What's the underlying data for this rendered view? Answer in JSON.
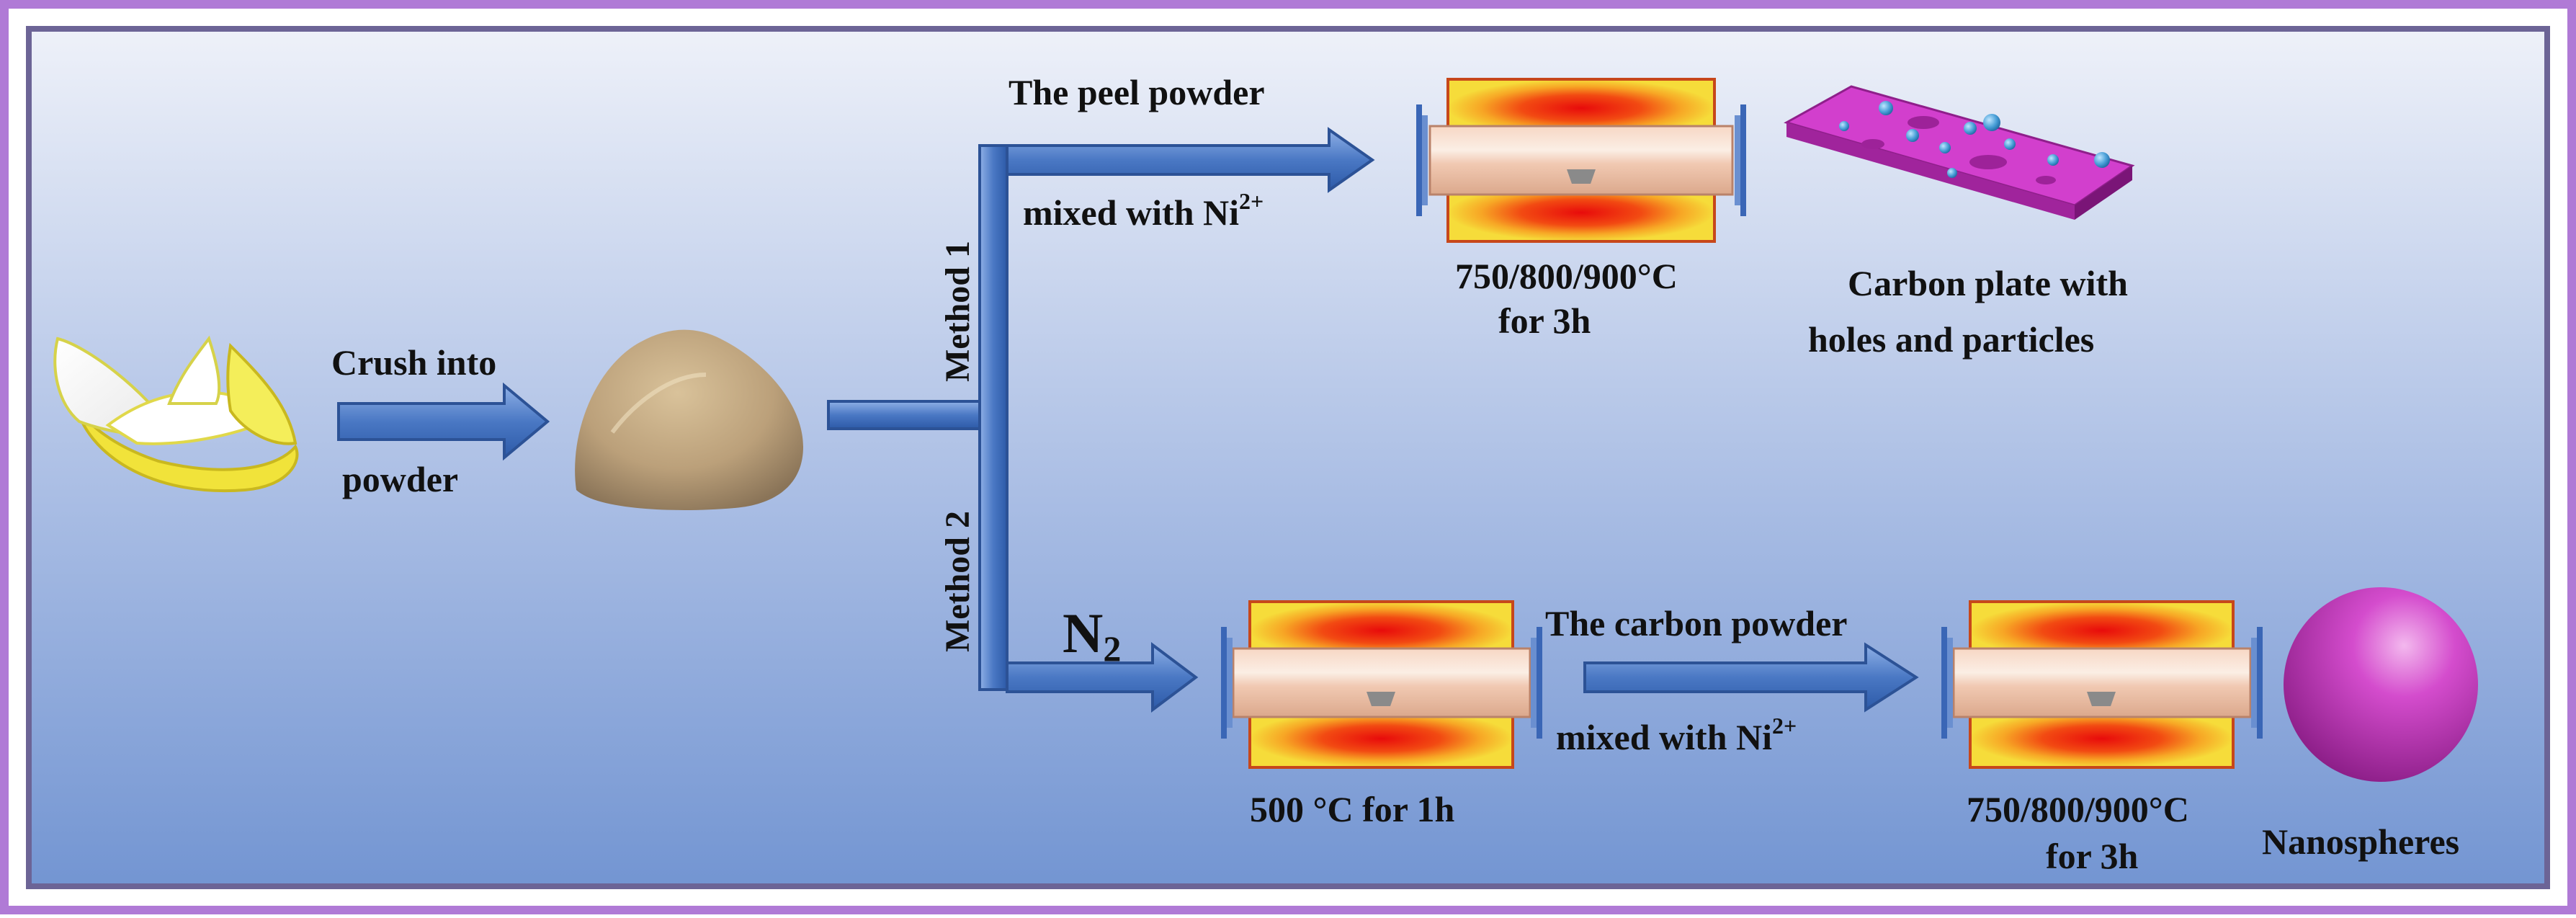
{
  "colors": {
    "outer_border": "#b07ad6",
    "panel_border": "#6c6496",
    "bg_top": "#e8ecf7",
    "bg_bottom": "#7898d4",
    "arrow": "#4a78c4",
    "arrow_edge": "#2c5296",
    "heater_outer": "#f3d12a",
    "heater_core": "#e8120f",
    "plate": "#c42fc0",
    "sphere": "#c03ab8"
  },
  "steps": {
    "crush_line1": "Crush into",
    "crush_line2": "powder",
    "method1": "Method 1",
    "method2": "Method 2",
    "peel_line1": "The peel powder",
    "peel_line2": "mixed with Ni",
    "peel_sup": "2+",
    "furnace1_line1": "750/800/900°C",
    "furnace1_line2": "for 3h",
    "plate_line1": "Carbon plate with",
    "plate_line2": "holes and particles",
    "n2_main": "N",
    "n2_sub": "2",
    "furnace2_line1": "500 °C for 1h",
    "carbon_line1": "The carbon powder",
    "carbon_line2": "mixed with Ni",
    "carbon_sup": "2+",
    "furnace3_line1": "750/800/900°C",
    "furnace3_line2": "for 3h",
    "nanospheres": "Nanospheres"
  },
  "icons": {
    "peel": "lemon-peel-icon",
    "powder": "powder-pile-icon",
    "furnace": "tube-furnace-icon",
    "plate": "carbon-plate-icon",
    "sphere": "nanosphere-icon"
  }
}
